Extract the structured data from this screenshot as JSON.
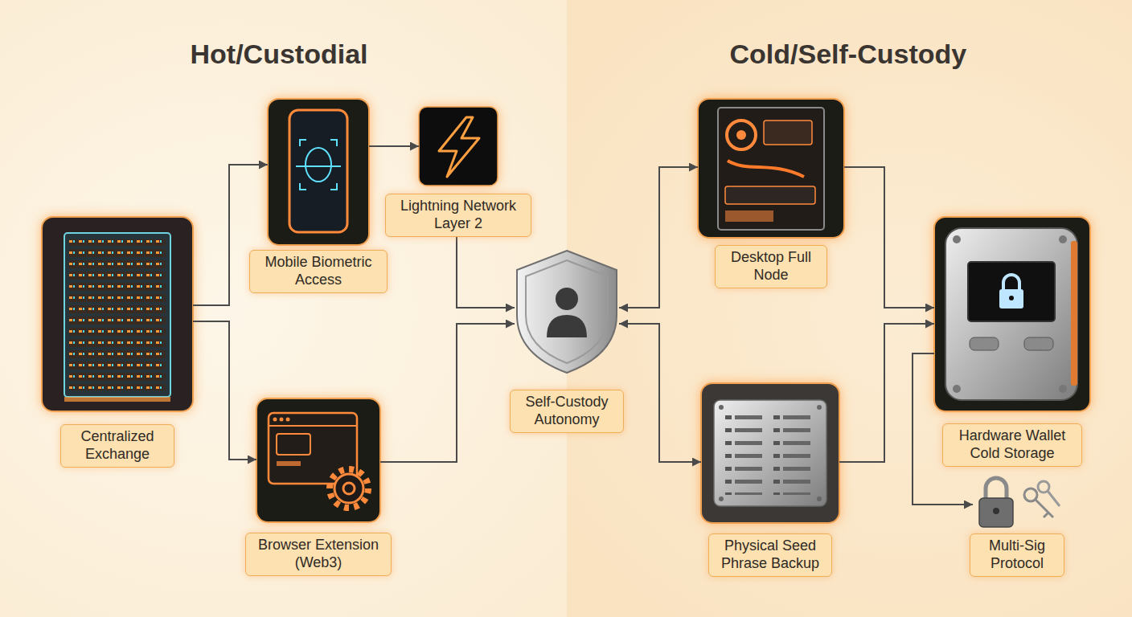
{
  "diagram": {
    "nodes": [
      {
        "text": [
          "Centralized Exchange"
        ]
      },
      {
        "text": [
          "Mobile Biometric Access"
        ]
      },
      {
        "text": [
          "Lightning Network Layer 2"
        ]
      },
      {
        "text": [
          "Browser Extension (Web3)"
        ]
      },
      {
        "text": [
          "Self-Custody Autonomy"
        ]
      },
      {
        "text": [
          "Desktop Full Node"
        ]
      },
      {
        "text": [
          "Physical Seed Phrase Backup"
        ]
      },
      {
        "text": [
          "Hardware Wallet Cold Storage"
        ]
      },
      {
        "text": [
          "Multi-Sig Protocol"
        ]
      }
    ],
    "edges": [
      {
        "from": 0,
        "to": 1,
        "arrow": "to"
      },
      {
        "from": 0,
        "to": 3,
        "arrow": "to"
      },
      {
        "from": 1,
        "to": 2,
        "arrow": "to"
      },
      {
        "from": 2,
        "to": 4,
        "arrow": "to"
      },
      {
        "from": 3,
        "to": 4,
        "arrow": "to"
      },
      {
        "from": 5,
        "to": 4,
        "arrow": "both"
      },
      {
        "from": 6,
        "to": 4,
        "arrow": "both"
      },
      {
        "from": 5,
        "to": 7,
        "arrow": "to"
      },
      {
        "from": 6,
        "to": 7,
        "arrow": "to"
      },
      {
        "from": 7,
        "to": 8,
        "arrow": "to"
      }
    ],
    "labels": [
      "Hot/Custodial",
      "Cold/Self-Custody"
    ]
  }
}
